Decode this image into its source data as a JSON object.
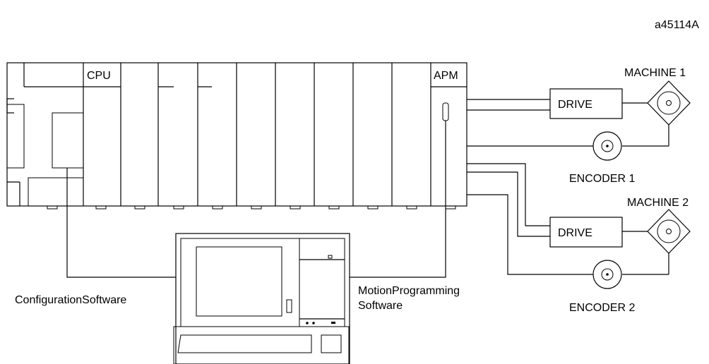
{
  "figure_id": "a45114A",
  "plc": {
    "cpu_label": "CPU",
    "apm_label": "APM"
  },
  "devices": {
    "machine_1": "MACHINE 1",
    "machine_2": "MACHINE 2",
    "drive_1": "DRIVE",
    "drive_2": "DRIVE",
    "encoder_1": "ENCODER 1",
    "encoder_2": "ENCODER 2"
  },
  "software": {
    "configuration": "ConfigurationSoftware",
    "motion_line1": "MotionProgramming",
    "motion_line2": "Software"
  },
  "colors": {
    "line": "#000000",
    "background": "#ffffff"
  }
}
